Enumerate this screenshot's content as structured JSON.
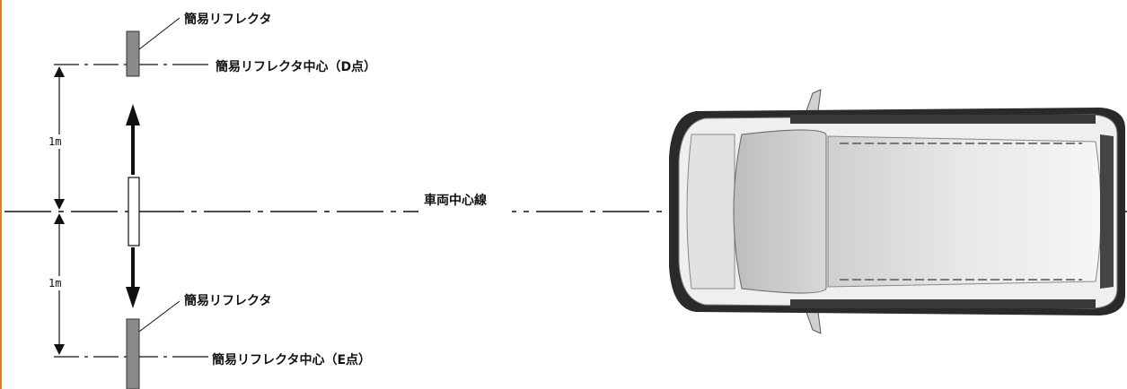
{
  "labels": {
    "reflector_top": "簡易リフレクタ",
    "reflector_top_center": "簡易リフレクタ中心（D点）",
    "vehicle_centerline": "車両中心線",
    "reflector_bottom": "簡易リフレクタ",
    "reflector_bottom_center": "簡易リフレクタ中心（E点）"
  },
  "dimensions": {
    "upper": "1m",
    "lower": "1m"
  },
  "colors": {
    "frame_accent": "#e67e22",
    "reflector_fill": "#8a8a8a",
    "line": "#111111"
  },
  "icons": {
    "vehicle": "car-top-view-icon"
  }
}
